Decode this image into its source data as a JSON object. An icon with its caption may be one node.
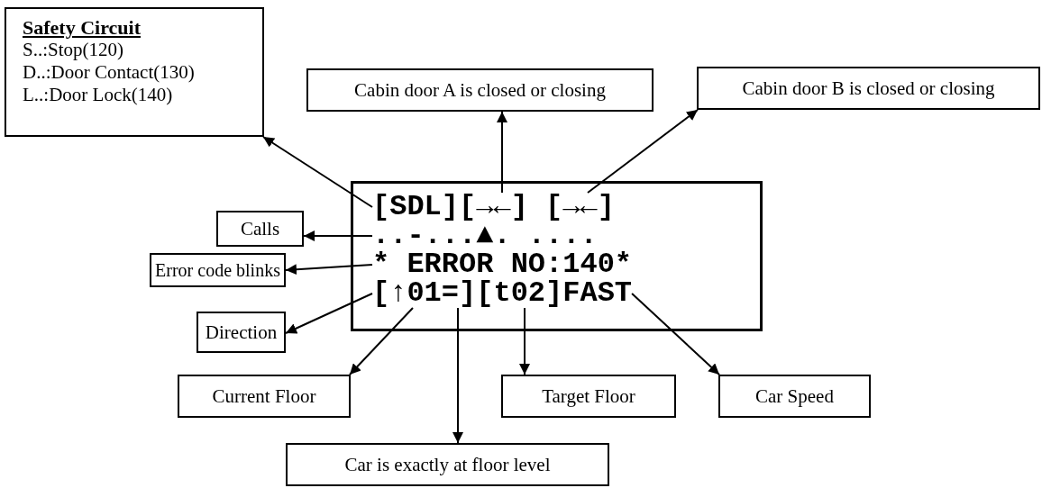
{
  "diagram": {
    "nodes": [
      {
        "text": [
          "Safety Circuit",
          "S..:Stop(120)",
          "D..:Door Contact(130)",
          "L..:Door Lock(140)"
        ]
      },
      {
        "text": [
          "Cabin door A is closed or closing"
        ]
      },
      {
        "text": [
          "Cabin door B is closed or closing"
        ]
      },
      {
        "text": [
          "Calls"
        ]
      },
      {
        "text": [
          "Error code blinks"
        ]
      },
      {
        "text": [
          "Direction"
        ]
      },
      {
        "text": [
          "Current Floor"
        ]
      },
      {
        "text": [
          "Target Floor"
        ]
      },
      {
        "text": [
          "Car Speed"
        ]
      },
      {
        "text": [
          "Car is exactly at floor level"
        ]
      },
      {
        "text": [],
        "shape": "box"
      },
      {
        "text": [
          "[SDL][→←] [→←]"
        ],
        "in": 10
      },
      {
        "text": [
          "..-...▲. ...."
        ],
        "in": 10
      },
      {
        "text": [
          "* ERROR NO:140*"
        ],
        "in": 10
      },
      {
        "text": [
          "[↑01=][t02]FAST"
        ],
        "in": 10
      }
    ],
    "edges": [
      {
        "from": 11,
        "to": 0,
        "arrow": "to"
      },
      {
        "from": 11,
        "to": 1,
        "arrow": "to"
      },
      {
        "from": 11,
        "to": 2,
        "arrow": "to"
      },
      {
        "from": 12,
        "to": 3,
        "arrow": "to"
      },
      {
        "from": 13,
        "to": 4,
        "arrow": "to"
      },
      {
        "from": 14,
        "to": 5,
        "arrow": "to"
      },
      {
        "from": 14,
        "to": 6,
        "arrow": "to"
      },
      {
        "from": 14,
        "to": 9,
        "arrow": "to"
      },
      {
        "from": 14,
        "to": 7,
        "arrow": "to"
      },
      {
        "from": 14,
        "to": 8,
        "arrow": "to"
      }
    ]
  }
}
